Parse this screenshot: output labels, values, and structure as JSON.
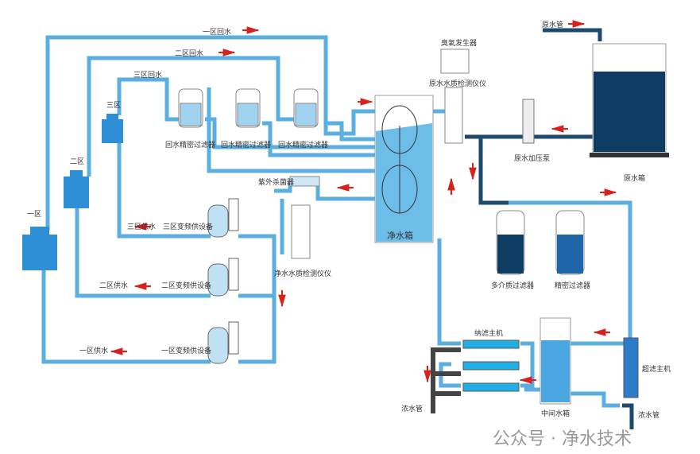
{
  "colors": {
    "light_pipe": "#5aaee0",
    "dark_pipe": "#1e4a6e",
    "raw_tank": "#0d3b62",
    "arrow": "#d9211c",
    "drain": "#444444"
  },
  "zones": {
    "z1": "一区",
    "z2": "二区",
    "z3": "三区"
  },
  "return": {
    "z1": "一区回水",
    "z2": "二区回水",
    "z3": "三区回水",
    "filter": "回水精密过滤器"
  },
  "supply": {
    "z1": "一区供水",
    "z2": "二区供水",
    "z3": "三区供水",
    "pump1": "一区变频供设备",
    "pump2": "二区变频供设备",
    "pump3": "三区变频供设备"
  },
  "uv": "紫外杀菌器",
  "clean_detector": "净水水质检测仪仪",
  "clean_tank": "净水箱",
  "ozone": "臭氧发生器",
  "raw_detector": "原水水质检测仪仪",
  "raw_pipe": "原水管",
  "raw_pump": "原水加压泵",
  "raw_tank": "原水箱",
  "multi_filter": "多介质过滤器",
  "precision_filter": "精密过滤器",
  "nf": "纳滤主机",
  "uf": "超滤主机",
  "mid_tank": "中间水箱",
  "drain1": "浓水管",
  "drain2": "浓水管",
  "watermark": "公众号 · 净水技术"
}
